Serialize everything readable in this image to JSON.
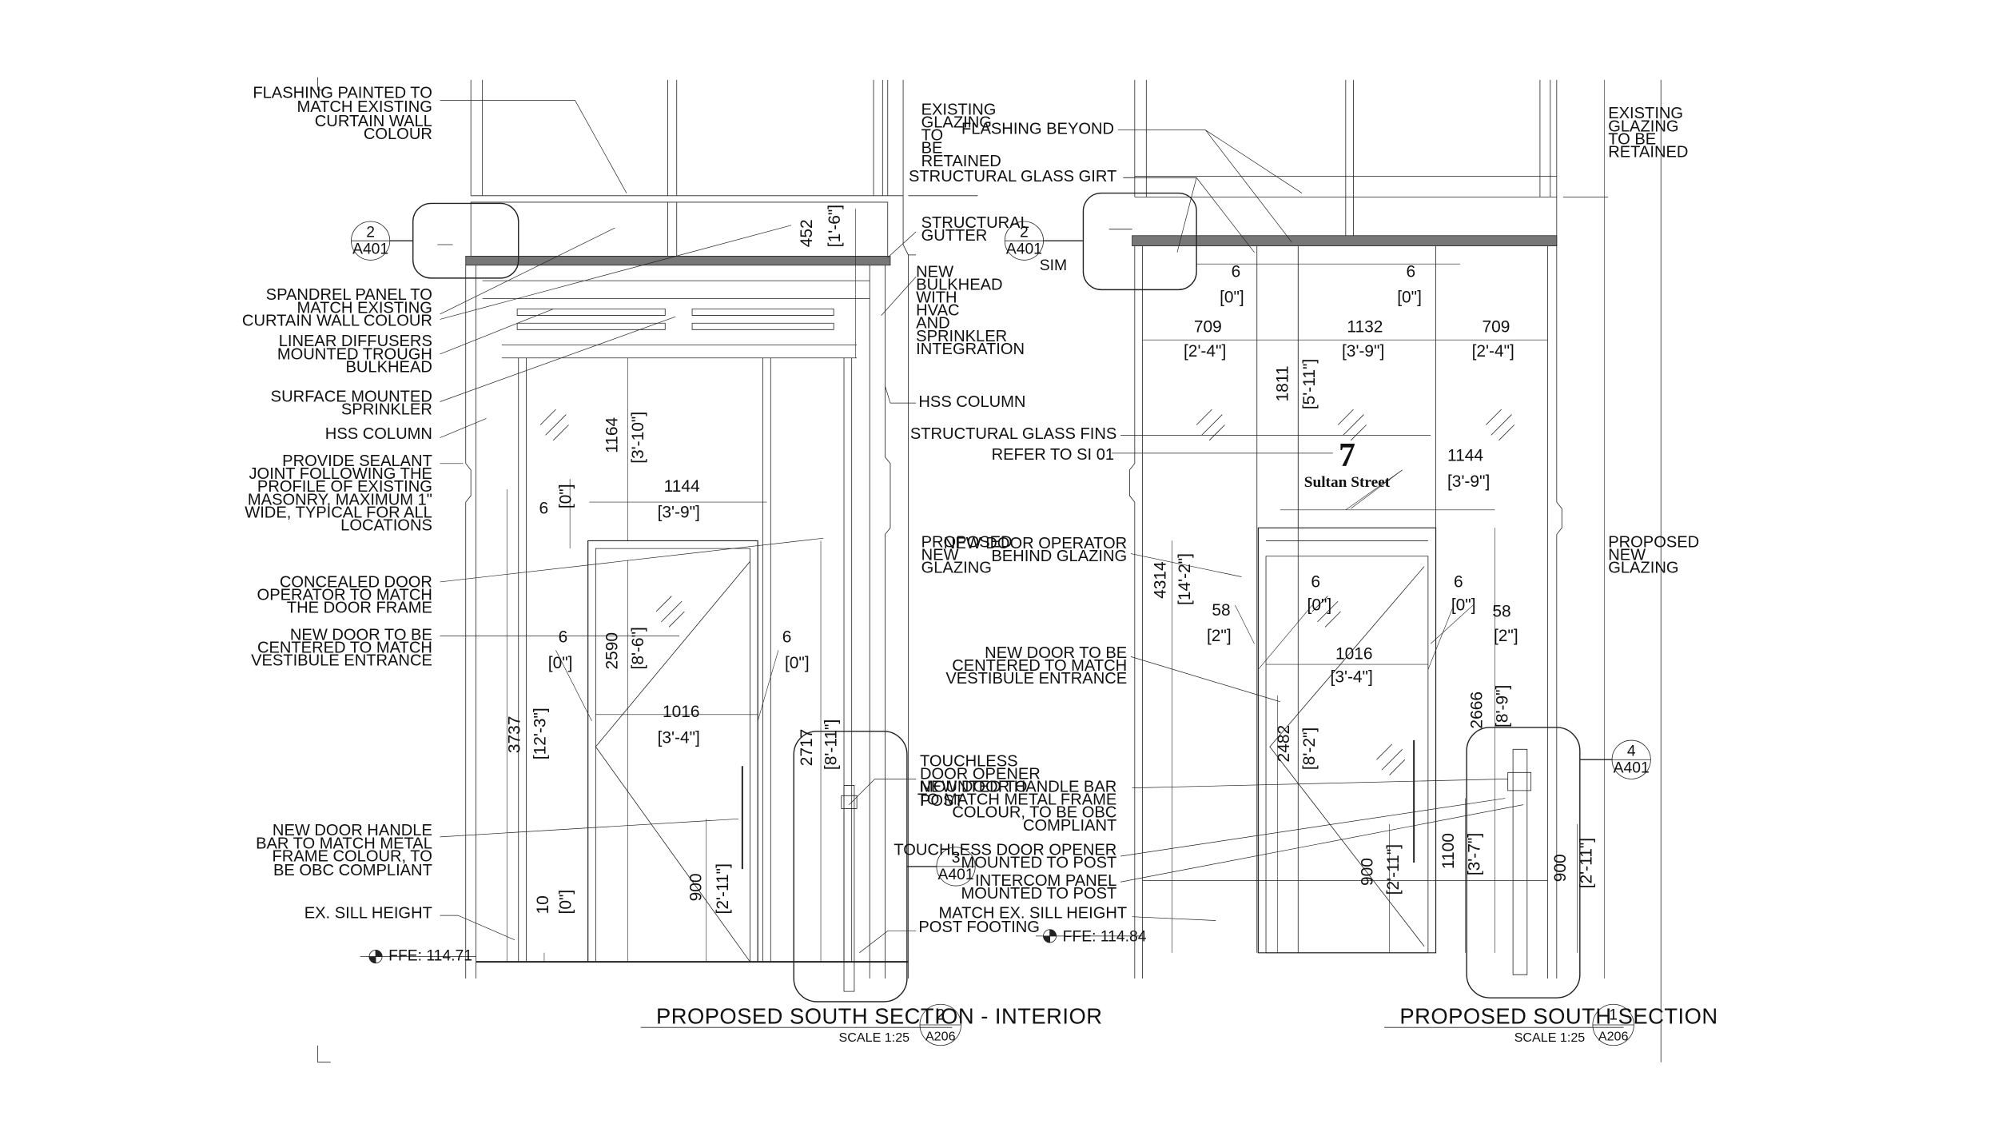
{
  "left_section": {
    "title": "PROPOSED SOUTH SECTION - INTERIOR",
    "callout_number": "2",
    "callout_sheet": "A206",
    "scale": "SCALE 1:25",
    "ffe": "FFE: 114.71",
    "notes": [
      [
        "FLASHING PAINTED TO",
        "MATCH EXISTING",
        "CURTAIN WALL",
        "COLOUR"
      ],
      [
        "SPANDREL PANEL TO",
        "MATCH EXISTING",
        "CURTAIN WALL COLOUR"
      ],
      [
        "LINEAR DIFFUSERS",
        "MOUNTED TROUGH",
        "BULKHEAD"
      ],
      [
        "SURFACE MOUNTED",
        "SPRINKLER"
      ],
      [
        "HSS COLUMN"
      ],
      [
        "PROVIDE SEALANT",
        "JOINT FOLLOWING THE",
        "PROFILE OF EXISTING",
        "MASONRY, MAXIMUM 1\"",
        "WIDE, TYPICAL FOR ALL",
        "LOCATIONS"
      ],
      [
        "CONCEALED DOOR",
        "OPERATOR TO MATCH",
        "THE DOOR FRAME"
      ],
      [
        "NEW DOOR TO BE",
        "CENTERED TO MATCH",
        "VESTIBULE ENTRANCE"
      ],
      [
        "NEW DOOR HANDLE",
        "BAR TO MATCH METAL",
        "FRAME COLOUR, TO",
        "BE OBC COMPLIANT"
      ],
      [
        "EX. SILL HEIGHT"
      ]
    ],
    "right_notes": [
      [
        "EXISTING",
        "GLAZING",
        "TO",
        "BE",
        "RETAINED"
      ],
      [
        "STRUCTURAL",
        "GUTTER"
      ],
      [
        "NEW",
        "BULKHEAD",
        "WITH",
        "HVAC",
        "AND",
        "SPRINKLER",
        "INTEGRATION"
      ],
      [
        "HSS COLUMN"
      ],
      [
        "PROPOSED",
        "NEW",
        "GLAZING"
      ],
      [
        "TOUCHLESS",
        "DOOR OPENER",
        "MOUNTED TO",
        "POST"
      ],
      [
        "POST FOOTING"
      ]
    ],
    "section_tags": [
      {
        "num": "2",
        "sheet": "A401"
      },
      {
        "num": "3",
        "sheet": "A401"
      }
    ],
    "dims": {
      "d452": "452",
      "d1_6": "[1'-6\"]",
      "d1164": "1164",
      "d3_10": "[3'-10\"]",
      "d6a": "6",
      "d0a": "[0\"]",
      "d1144": "1144",
      "d3_9": "[3'-9\"]",
      "d2590": "2590",
      "d8_6": "[8'-6\"]",
      "d6b": "6",
      "d0b": "[0\"]",
      "d6c": "6",
      "d0c": "[0\"]",
      "d1016": "1016",
      "d3_4": "[3'-4\"]",
      "d3737": "3737",
      "d12_3": "[12'-3\"]",
      "d2717": "2717",
      "d8_11": "[8'-11\"]",
      "d900": "900",
      "d2_11": "[2'-11\"]",
      "d10": "10",
      "d0d": "[0\"]"
    }
  },
  "right_section": {
    "title": "PROPOSED SOUTH SECTION",
    "callout_number": "1",
    "callout_sheet": "A206",
    "scale": "SCALE 1:25",
    "ffe": "FFE: 114.84",
    "sim": "SIM",
    "brand_number": "7",
    "brand_name": "Sultan Street",
    "notes": [
      [
        "FLASHING BEYOND"
      ],
      [
        "STRUCTURAL GLASS GIRT"
      ],
      [
        "STRUCTURAL GLASS FINS"
      ],
      [
        "REFER TO SI 01"
      ],
      [
        "NEW DOOR OPERATOR",
        "BEHIND GLAZING"
      ],
      [
        "NEW DOOR TO BE",
        "CENTERED TO MATCH",
        "VESTIBULE ENTRANCE"
      ],
      [
        "NEW DOOR HANDLE BAR",
        "TO MATCH METAL FRAME",
        "COLOUR, TO BE OBC",
        "COMPLIANT"
      ],
      [
        "TOUCHLESS DOOR OPENER",
        "MOUNTED TO POST"
      ],
      [
        "INTERCOM PANEL",
        "MOUNTED TO POST"
      ],
      [
        "MATCH EX. SILL HEIGHT"
      ]
    ],
    "right_notes": [
      [
        "EXISTING",
        "GLAZING",
        "TO BE",
        "RETAINED"
      ],
      [
        "PROPOSED",
        "NEW",
        "GLAZING"
      ]
    ],
    "section_tags": [
      {
        "num": "2",
        "sheet": "A401"
      },
      {
        "num": "4",
        "sheet": "A401"
      }
    ],
    "dims": {
      "d6a": "6",
      "d0a": "[0\"]",
      "d6b": "6",
      "d0b": "[0\"]",
      "d709a": "709",
      "d2_4a": "[2'-4\"]",
      "d1132": "1132",
      "d3_9a": "[3'-9\"]",
      "d709b": "709",
      "d2_4b": "[2'-4\"]",
      "d1811": "1811",
      "d5_11": "[5'-11\"]",
      "d1144": "1144",
      "d3_9b": "[3'-9\"]",
      "d4314": "4314",
      "d14_2": "[14'-2\"]",
      "d58a": "58",
      "d2a": "[2\"]",
      "d6c": "6",
      "d0c": "[0\"]",
      "d6d": "6",
      "d0d": "[0\"]",
      "d58b": "58",
      "d2b": "[2\"]",
      "d1016": "1016",
      "d3_4": "[3'-4\"]",
      "d2666": "2666",
      "d8_9": "[8'-9\"]",
      "d2482": "2482",
      "d8_2": "[8'-2\"]",
      "d900a": "900",
      "d2_11a": "[2'-11\"]",
      "d1100": "1100",
      "d3_7": "[3'-7\"]",
      "d900b": "900",
      "d2_11b": "[2'-11\"]"
    }
  }
}
